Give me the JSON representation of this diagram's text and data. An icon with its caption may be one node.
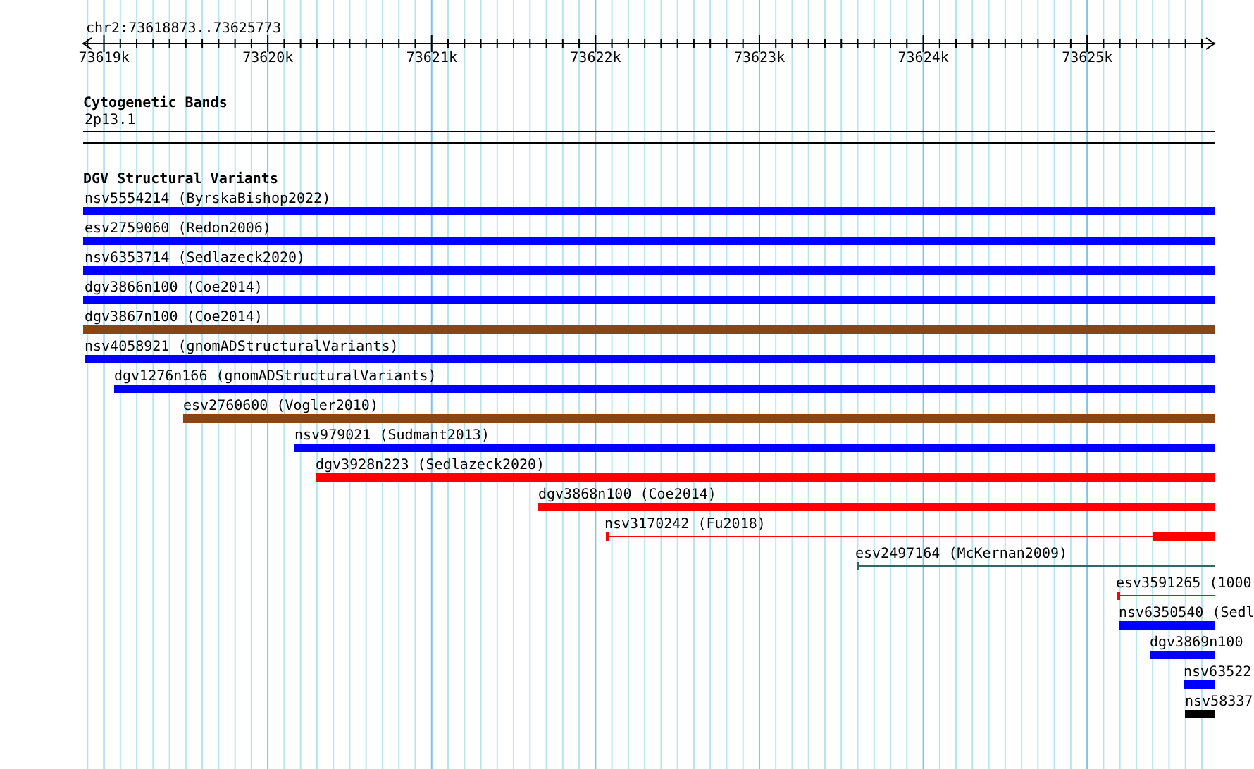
{
  "diagram": {
    "nodes": [
      {
        "text": [
          "2p13.1"
        ]
      },
      {
        "text": [
          "nsv5554214 (ByrskaBishop2022)"
        ]
      },
      {
        "text": [
          "esv2759060 (Redon2006)"
        ]
      },
      {
        "text": [
          "nsv6353714 (Sedlazeck2020)"
        ]
      },
      {
        "text": [
          "dgv3866n100 (Coe2014)"
        ]
      },
      {
        "text": [
          "dgv3867n100 (Coe2014)"
        ]
      },
      {
        "text": [
          "nsv4058921 (gnomADStructuralVariants)"
        ]
      },
      {
        "text": [
          "dgv1276n166 (gnomADStructuralVariants)"
        ]
      },
      {
        "text": [
          "esv2760600 (Vogler2010)"
        ]
      },
      {
        "text": [
          "nsv979021 (Sudmant2013)"
        ]
      },
      {
        "text": [
          "dgv3928n223 (Sedlazeck2020)"
        ]
      },
      {
        "text": [
          "dgv3868n100 (Coe2014)"
        ]
      },
      {
        "text": [
          "nsv3170242 (Fu2018)"
        ]
      },
      {
        "text": [
          "esv2497164 (McKernan2009)"
        ]
      },
      {
        "text": [
          "esv3591265 (1000"
        ]
      },
      {
        "text": [
          "nsv6350540 (Sedl"
        ]
      },
      {
        "text": [
          "dgv3869n100"
        ]
      },
      {
        "text": [
          "nsv63522"
        ]
      },
      {
        "text": [
          "nsv58337"
        ]
      }
    ],
    "labels": [
      "chr2:73618873..73625773",
      "73619k",
      "73620k",
      "73621k",
      "73622k",
      "73623k",
      "73624k",
      "73625k",
      "Cytogenetic Bands",
      "DGV Structural Variants"
    ]
  }
}
